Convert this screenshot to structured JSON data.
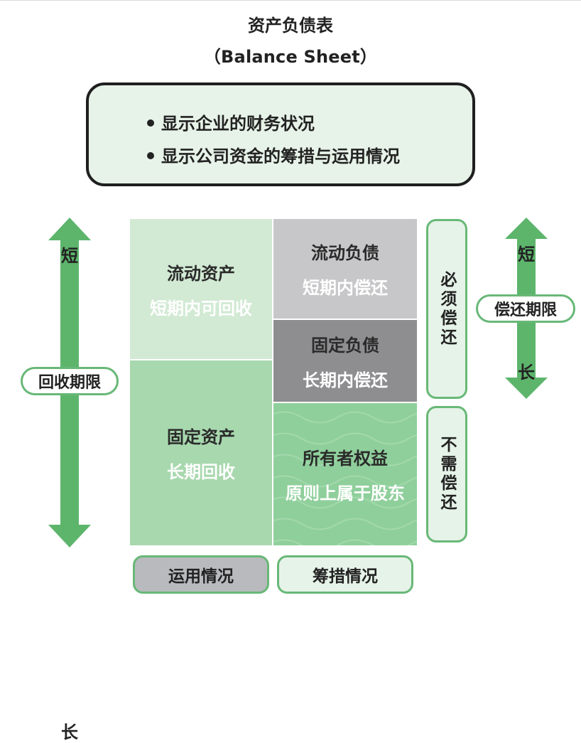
{
  "title": {
    "cn": "资产负债表",
    "en": "（Balance Sheet）"
  },
  "summary": {
    "bullets": [
      "显示企业的财务状况",
      "显示公司资金的筹措与运用情况"
    ]
  },
  "left_arrow": {
    "top_label": "短",
    "bottom_label": "长",
    "pill": "回收期限"
  },
  "right_arrow": {
    "top_label": "短",
    "bottom_label": "长",
    "pill": "偿还期限"
  },
  "assets": {
    "current": {
      "main": "流动资产",
      "sub": "短期内可回收"
    },
    "fixed": {
      "main": "固定资产",
      "sub": "长期回收"
    }
  },
  "liabilities": {
    "current": {
      "main": "流动负债",
      "sub": "短期内偿还"
    },
    "fixed": {
      "main": "固定负债",
      "sub": "长期内偿还"
    }
  },
  "equity": {
    "main": "所有者权益",
    "sub": "原则上属于股东"
  },
  "side_boxes": {
    "must_repay": "必须偿还",
    "no_repay": "不需偿还"
  },
  "bottom": {
    "usage": "运用情况",
    "funding": "筹措情况"
  },
  "colors": {
    "arrow_green": "#5db56c",
    "pill_border": "#68b877",
    "light_green": "#d2ead4",
    "mid_green": "#a8d8ae",
    "equity_green": "#8fcf9b",
    "light_gray": "#c7c7c9",
    "dark_gray": "#8e8e91"
  }
}
